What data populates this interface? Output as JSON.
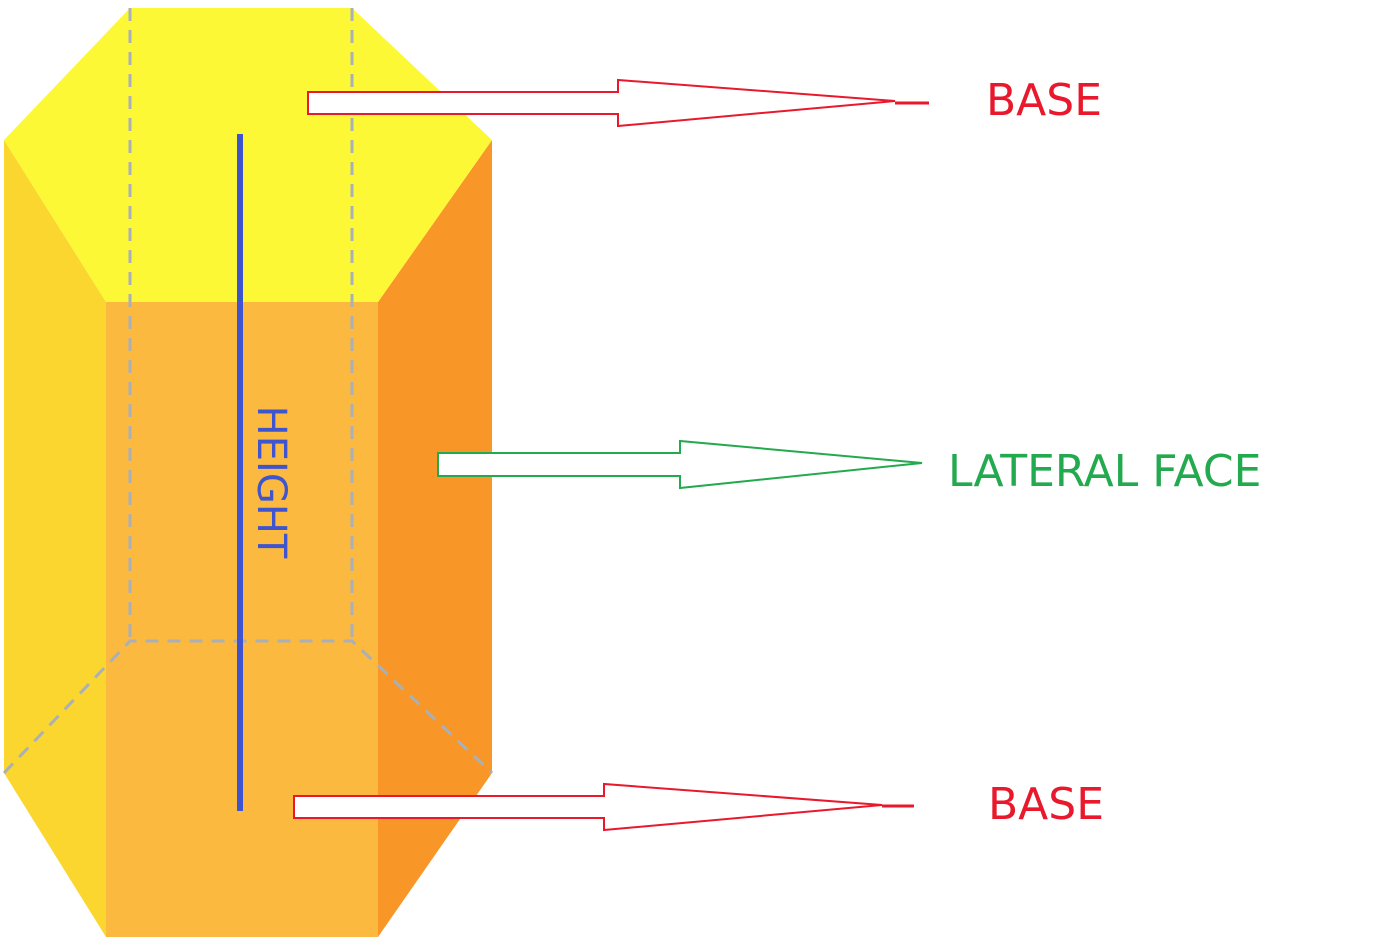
{
  "labels": {
    "top_base": "BASE",
    "lateral_face": "LATERAL FACE",
    "bottom_base": "BASE",
    "height": "HEIGHT"
  },
  "colors": {
    "top_face": "#fdf835",
    "left_face": "#fad62f",
    "front_face": "#fbb93f",
    "right_face": "#f89727",
    "hidden_edge": "#a9b0b8",
    "height_line": "#3f55cf",
    "base_label": "#e8192c",
    "lateral_label": "#23a94e"
  }
}
